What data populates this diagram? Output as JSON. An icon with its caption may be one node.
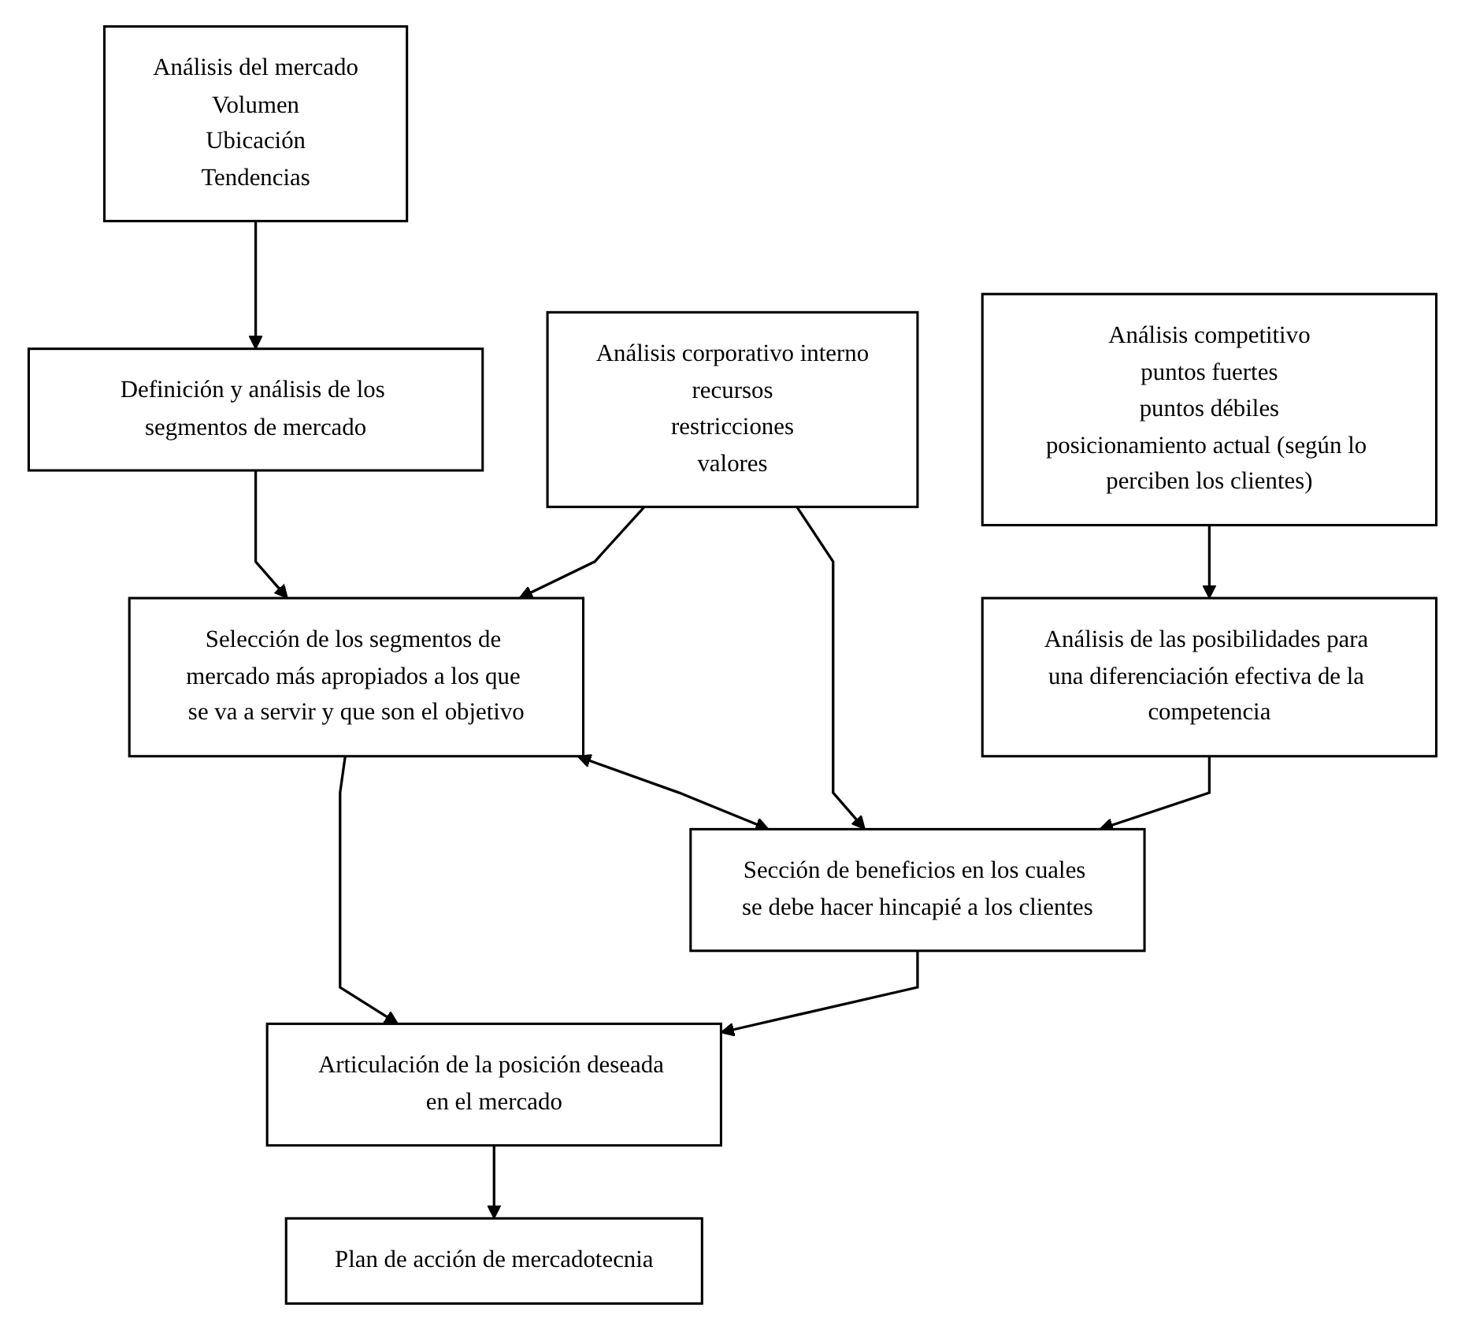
{
  "diagram": {
    "nodes": [
      {
        "text": [
          "Análisis del mercado",
          "Volumen",
          "Ubicación",
          "Tendencias"
        ]
      },
      {
        "text": [
          "Definición y análisis de los segmentos de mercado"
        ]
      },
      {
        "text": [
          "Selección de los segmentos de mercado más apropiados a los que se va a servir y que son el objetivo"
        ]
      },
      {
        "text": [
          "Análisis corporativo interno",
          "recursos",
          "restricciones",
          "valores"
        ]
      },
      {
        "text": [
          "Articulación de la posición deseada en el mercado"
        ]
      },
      {
        "text": [
          "Plan de acción de mercadotecnia"
        ]
      },
      {
        "text": [
          "Sección de beneficios en los cuales se debe hacer hincapié a los clientes"
        ]
      },
      {
        "text": [
          "Análisis competitivo",
          "puntos fuertes",
          "puntos débiles",
          "posicionamiento actual (según lo perciben los clientes)"
        ]
      },
      {
        "text": [
          "Análisis de las posibilidades para una diferenciación efectiva de la competencia"
        ]
      }
    ],
    "edges": [
      {
        "from": 0,
        "to": 1,
        "arrow": "to"
      },
      {
        "from": 1,
        "to": 2,
        "arrow": "to"
      },
      {
        "from": 3,
        "to": 2,
        "arrow": "to"
      },
      {
        "from": 2,
        "to": 6,
        "arrow": "both"
      },
      {
        "from": 3,
        "to": 6,
        "arrow": "to"
      },
      {
        "from": 2,
        "to": 4,
        "arrow": "to"
      },
      {
        "from": 4,
        "to": 5,
        "arrow": "to"
      },
      {
        "from": 6,
        "to": 4,
        "arrow": "to"
      },
      {
        "from": 8,
        "to": 6,
        "arrow": "to"
      },
      {
        "from": 7,
        "to": 8,
        "arrow": "to"
      }
    ]
  }
}
